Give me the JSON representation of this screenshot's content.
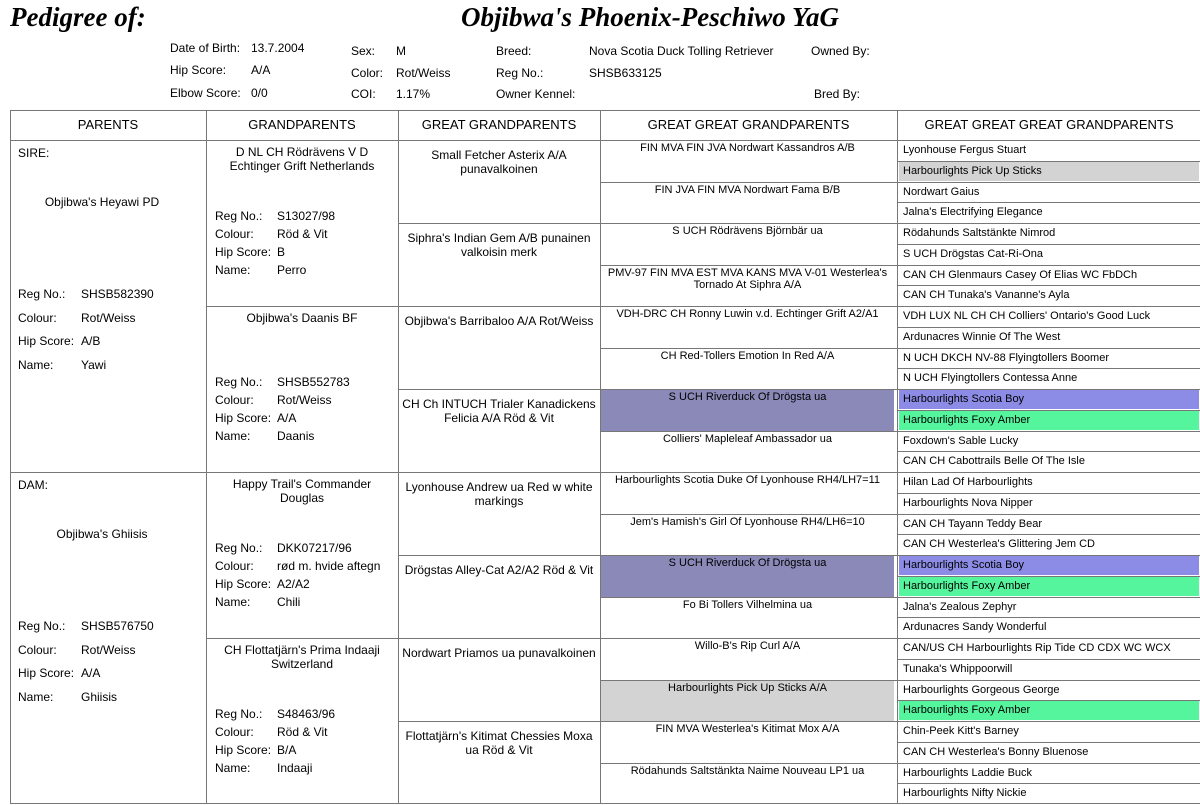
{
  "header": {
    "pedigree_label": "Pedigree of:",
    "dog_name": "Objibwa's Phoenix-Peschiwo YaG"
  },
  "info": {
    "dob_label": "Date of Birth:",
    "dob": "13.7.2004",
    "hip_label": "Hip Score:",
    "hip": "A/A",
    "elbow_label": "Elbow Score:",
    "elbow": "0/0",
    "sex_label": "Sex:",
    "sex": "M",
    "color_label": "Color:",
    "color": "Rot/Weiss",
    "coi_label": "COI:",
    "coi": "1.17%",
    "breed_label": "Breed:",
    "breed": "Nova Scotia Duck Tolling Retriever",
    "reg_label": "Reg No.:",
    "reg": "SHSB633125",
    "kennel_label": "Owner Kennel:",
    "kennel": "",
    "owned_label": "Owned By:",
    "owned": "",
    "bred_label": "Bred By:",
    "bred": ""
  },
  "columns": [
    "PARENTS",
    "GRANDPARENTS",
    "GREAT GRANDPARENTS",
    "GREAT GREAT GRANDPARENTS",
    "GREAT GREAT GREAT GRANDPARENTS"
  ],
  "labels": {
    "reg": "Reg No.:",
    "colour": "Colour:",
    "hip": "Hip Score:",
    "name": "Name:"
  },
  "parents": [
    {
      "role": "SIRE:",
      "name": "Objibwa's Heyawi PD",
      "reg": "SHSB582390",
      "colour": "Rot/Weiss",
      "hip": "A/B",
      "call": "Yawi"
    },
    {
      "role": "DAM:",
      "name": "Objibwa's Ghiisis",
      "reg": "SHSB576750",
      "colour": "Rot/Weiss",
      "hip": "A/A",
      "call": "Ghiisis"
    }
  ],
  "grandparents": [
    {
      "name": "D NL CH Rödrävens V D Echtinger Grift Netherlands",
      "reg": "S13027/98",
      "colour": "Röd & Vit",
      "hip": "B",
      "call": "Perro"
    },
    {
      "name": "Objibwa's Daanis BF",
      "reg": "SHSB552783",
      "colour": "Rot/Weiss",
      "hip": "A/A",
      "call": "Daanis"
    },
    {
      "name": "Happy Trail's Commander Douglas",
      "reg": "DKK07217/96",
      "colour": "rød m. hvide aftegn",
      "hip": "A2/A2",
      "call": "Chili"
    },
    {
      "name": "CH Flottatjärn's Prima Indaaji Switzerland",
      "reg": "S48463/96",
      "colour": "Röd & Vit",
      "hip": "B/A",
      "call": "Indaaji"
    }
  ],
  "great_grandparents": [
    "Small Fetcher Asterix A/A punavalkoinen",
    "Siphra's Indian Gem A/B punainen valkoisin merk",
    "Objibwa's Barribaloo A/A Rot/Weiss",
    "CH Ch INTUCH Trialer Kanadickens Felicia A/A Röd & Vit",
    "Lyonhouse Andrew ua Red w white markings",
    "Drögstas Alley-Cat A2/A2 Röd & Vit",
    "Nordwart Priamos ua punavalkoinen",
    "Flottatjärn's Kitimat Chessies Moxa ua Röd & Vit"
  ],
  "great_great_grandparents": [
    "FIN MVA FIN JVA Nordwart Kassandros  A/B",
    "FIN JVA FIN MVA Nordwart Fama  B/B",
    "S UCH Rödrävens Björnbär  ua",
    "PMV-97 FIN MVA EST MVA KANS MVA V-01 Westerlea's Tornado At Siphra  A/A",
    "VDH-DRC CH Ronny Luwin v.d. Echtinger Grift  A2/A1",
    "CH Red-Tollers Emotion In Red  A/A",
    "S UCH Riverduck Of Drögsta  ua",
    "Colliers' Mapleleaf Ambassador  ua",
    "Harbourlights Scotia Duke Of Lyonhouse  RH4/LH7=11",
    "Jem's Hamish's Girl Of Lyonhouse  RH4/LH6=10",
    "S UCH Riverduck Of Drögsta  ua",
    "Fo Bi Tollers Vilhelmina  ua",
    "Willo-B's Rip Curl  A/A",
    "Harbourlights Pick Up Sticks  A/A",
    "FIN MVA Westerlea's Kitimat Mox  A/A",
    "Rödahunds Saltstänkta Naime Nouveau LP1 ua"
  ],
  "great_great_great_grandparents": [
    "Lyonhouse Fergus Stuart",
    "Harbourlights Pick Up Sticks",
    "Nordwart Gaius",
    "Jalna's Electrifying Elegance",
    "Rödahunds Saltstänkte Nimrod",
    "S UCH Drögstas Cat-Ri-Ona",
    "CAN CH Glenmaurs Casey Of Elias WC FbDCh",
    "CAN CH Tunaka's Vananne's Ayla",
    "VDH LUX NL CH CH Colliers' Ontario's Good Luck",
    "Ardunacres Winnie Of The West",
    "N UCH DKCH NV-88 Flyingtollers Boomer",
    "N UCH Flyingtollers Contessa Anne",
    "Harbourlights Scotia Boy",
    "Harbourlights Foxy Amber",
    "Foxdown's Sable Lucky",
    "CAN CH Cabottrails Belle Of The Isle",
    "Hilan Lad Of Harbourlights",
    "Harbourlights Nova Nipper",
    "CAN CH Tayann Teddy Bear",
    "CAN CH Westerlea's Glittering Jem CD",
    "Harbourlights Scotia Boy",
    "Harbourlights Foxy Amber",
    "Jalna's Zealous Zephyr",
    "Ardunacres Sandy Wonderful",
    "CAN/US CH Harbourlights Rip Tide CD CDX WC WCX",
    "Tunaka's Whippoorwill",
    "Harbourlights Gorgeous George",
    "Harbourlights Foxy Amber",
    "Chin-Peek Kitt's Barney",
    "CAN CH Westerlea's Bonny Bluenose",
    "Harbourlights Laddie Buck",
    "Harbourlights Nifty Nickie"
  ],
  "highlights": {
    "ggg": [
      "",
      "",
      "",
      "",
      "",
      "",
      "purple",
      "",
      "",
      "",
      "purple",
      "",
      "",
      "grey",
      "",
      ""
    ],
    "gggg": [
      "",
      "grey",
      "",
      "",
      "",
      "",
      "",
      "",
      "",
      "",
      "",
      "",
      "blue",
      "green",
      "",
      "",
      "",
      "",
      "",
      "",
      "blue",
      "green",
      "",
      "",
      "",
      "",
      "",
      "green",
      "",
      "",
      "",
      ""
    ]
  },
  "colors": {
    "grey": "#d3d3d3",
    "purple": "#8a89b8",
    "green": "#55f59e",
    "blue": "#8c8ce6",
    "grid": "#777777"
  }
}
